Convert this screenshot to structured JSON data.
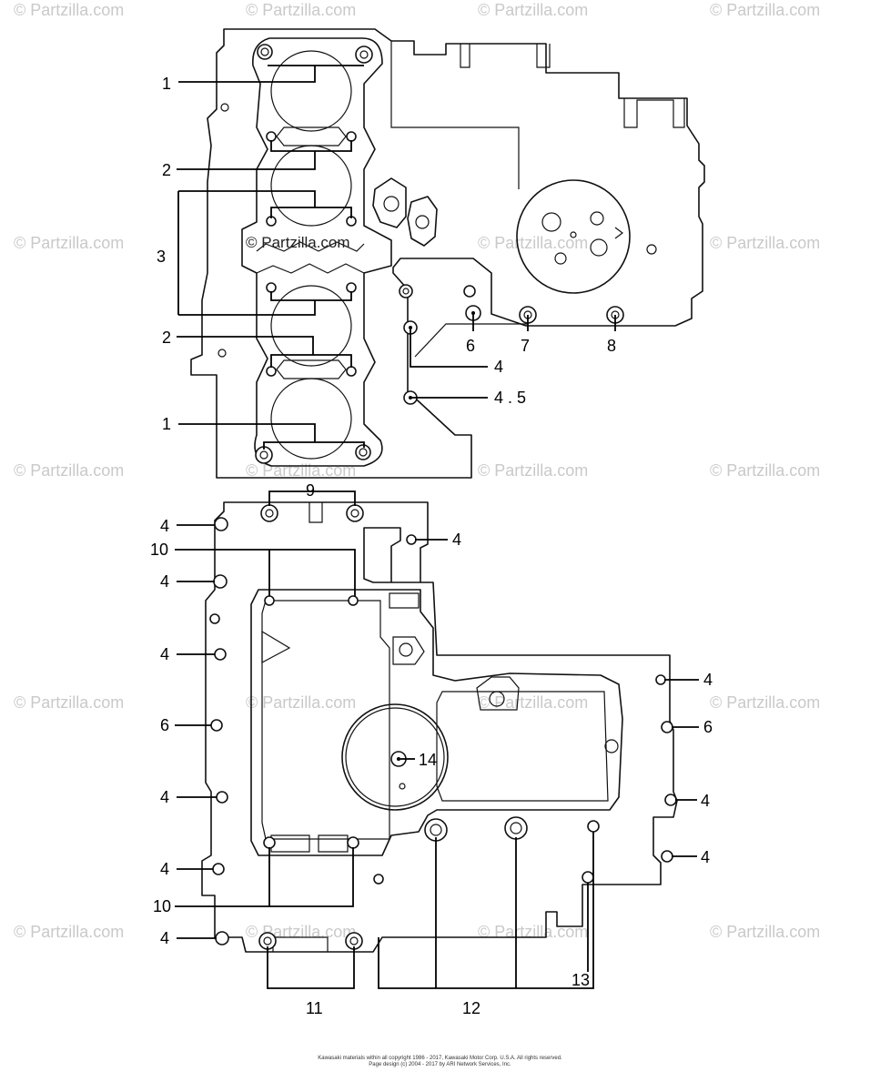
{
  "watermark": "© Partzilla.com",
  "inline_watermark": "© Partzilla.com",
  "callouts": {
    "top": {
      "c1a": "1",
      "c2a": "2",
      "c3": "3",
      "c2b": "2",
      "c1b": "1",
      "c6": "6",
      "c7": "7",
      "c8": "8",
      "c4": "4",
      "c45": "4 . 5"
    },
    "bottom": {
      "c9": "9",
      "c4a": "4",
      "c4top": "4",
      "c10a": "10",
      "c4b": "4",
      "c4c": "4",
      "c6l": "6",
      "c4d": "4",
      "c4e": "4",
      "c10b": "10",
      "c4f": "4",
      "c14": "14",
      "c4r1": "4",
      "c6r": "6",
      "c4r2": "4",
      "c4r3": "4",
      "c11": "11",
      "c12": "12",
      "c13": "13"
    }
  },
  "footer": {
    "line1": "Kawasaki materials within all copyright 1986 - 2017, Kawasaki Motor Corp. U.S.A. All rights reserved.",
    "line2": "Page design (c) 2004 - 2017 by ARI Network Services, Inc."
  }
}
